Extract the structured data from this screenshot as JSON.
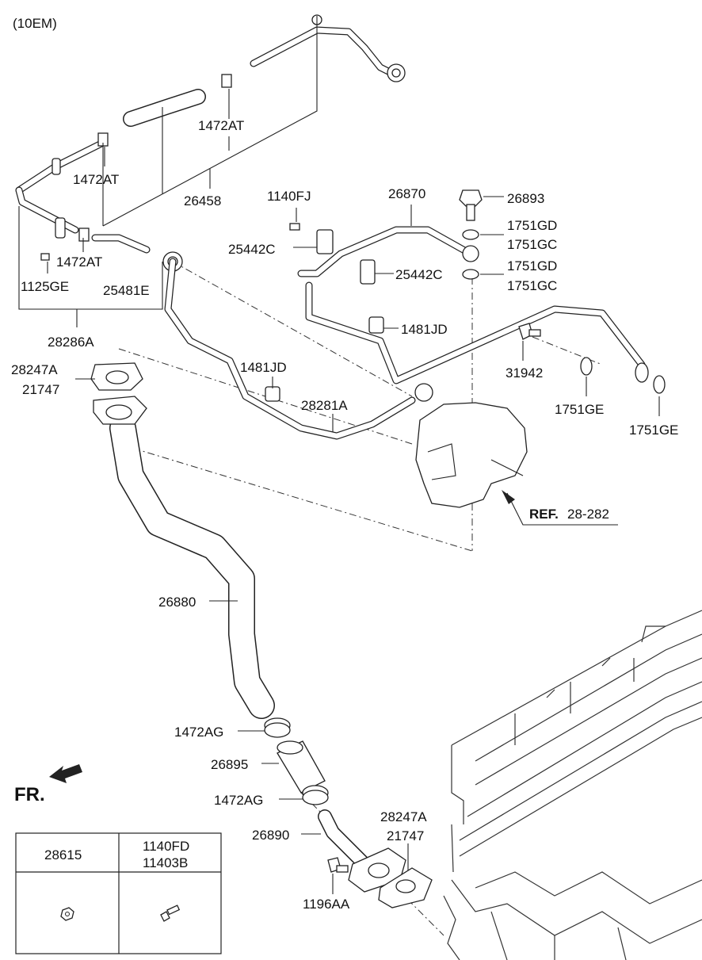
{
  "header": {
    "model_code": "(10EM)"
  },
  "labels": {
    "l_26458": "26458",
    "l_1472AT_top": "1472AT",
    "l_1472AT_mid": "1472AT",
    "l_1472AT_low": "1472AT",
    "l_1125GE": "1125GE",
    "l_25481E": "25481E",
    "l_28286A": "28286A",
    "l_1140FJ": "1140FJ",
    "l_25442C_a": "25442C",
    "l_25442C_b": "25442C",
    "l_26870": "26870",
    "l_26893": "26893",
    "l_1751GD_a": "1751GD",
    "l_1751GC_a": "1751GC",
    "l_1751GD_b": "1751GD",
    "l_1751GC_b": "1751GC",
    "l_1481JD_a": "1481JD",
    "l_1481JD_b": "1481JD",
    "l_31942": "31942",
    "l_1751GE_a": "1751GE",
    "l_1751GE_b": "1751GE",
    "l_28247A_top": "28247A",
    "l_21747_top": "21747",
    "l_28281A": "28281A",
    "ref_bold": "REF.",
    "ref_num": "28-282",
    "l_26880": "26880",
    "l_1472AG_a": "1472AG",
    "l_26895": "26895",
    "l_1472AG_b": "1472AG",
    "l_26890": "26890",
    "l_28247A_bot": "28247A",
    "l_21747_bot": "21747",
    "l_1196AA": "1196AA",
    "fr": "FR."
  },
  "legend_table": {
    "col1_header": "28615",
    "col2_header_line1": "1140FD",
    "col2_header_line2": "11403B"
  },
  "colors": {
    "line": "#222222",
    "background": "#ffffff"
  }
}
